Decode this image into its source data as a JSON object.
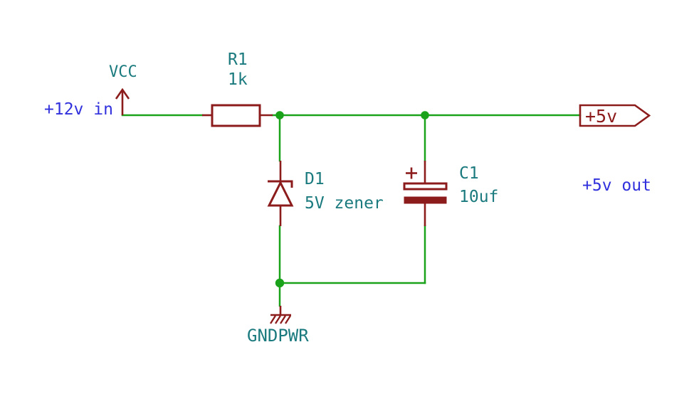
{
  "colors": {
    "background": "#ffffff",
    "wire": "#1aa31a",
    "component": "#8c1c1c",
    "field": "#1a7a7e",
    "note": "#3030dd"
  },
  "power": {
    "vcc_label": "VCC",
    "gnd_label": "GNDPWR"
  },
  "components": {
    "r1": {
      "ref": "R1",
      "value": "1k"
    },
    "d1": {
      "ref": "D1",
      "value": "5V zener"
    },
    "c1": {
      "ref": "C1",
      "value": "10uf",
      "polarity": "+"
    }
  },
  "labels": {
    "input_note": "+12v in",
    "output_note": "+5v out",
    "output_flag": "+5v"
  }
}
